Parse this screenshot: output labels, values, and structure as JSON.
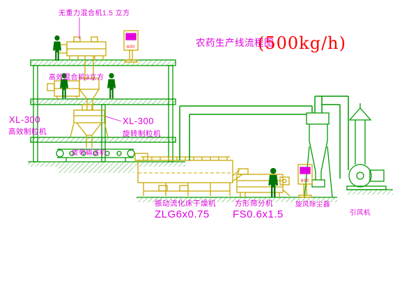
{
  "title": {
    "name": "农药生产线流程图",
    "capacity": "(500kg/h)"
  },
  "labels": {
    "gravity_mixer": "无重力混合机1.5 立方",
    "high_efficiency_mixer": "高效混合机3立方",
    "granulator_left_model": "XL-300",
    "granulator_left_name": "高效制粒机",
    "granulator_center_model": "XL-300",
    "granulator_center_name": "旋转制粒机",
    "belt_conveyor": "皮带输送机",
    "fluid_bed_dryer_name": "振动流化床干燥机",
    "fluid_bed_dryer_model": "ZLG6x0.75",
    "square_sieve_name": "方形筛分机",
    "square_sieve_model": "FS0.6x1.5",
    "cyclone_name": "旋风除尘器",
    "fan_name": "引风机"
  },
  "panels": {
    "display": "600"
  },
  "colors": {
    "structure_green": "#009900",
    "equipment_yellow": "#C8A800",
    "label_magenta": "#E000E0",
    "title_red": "#FF0000",
    "figure_green": "#007700"
  }
}
